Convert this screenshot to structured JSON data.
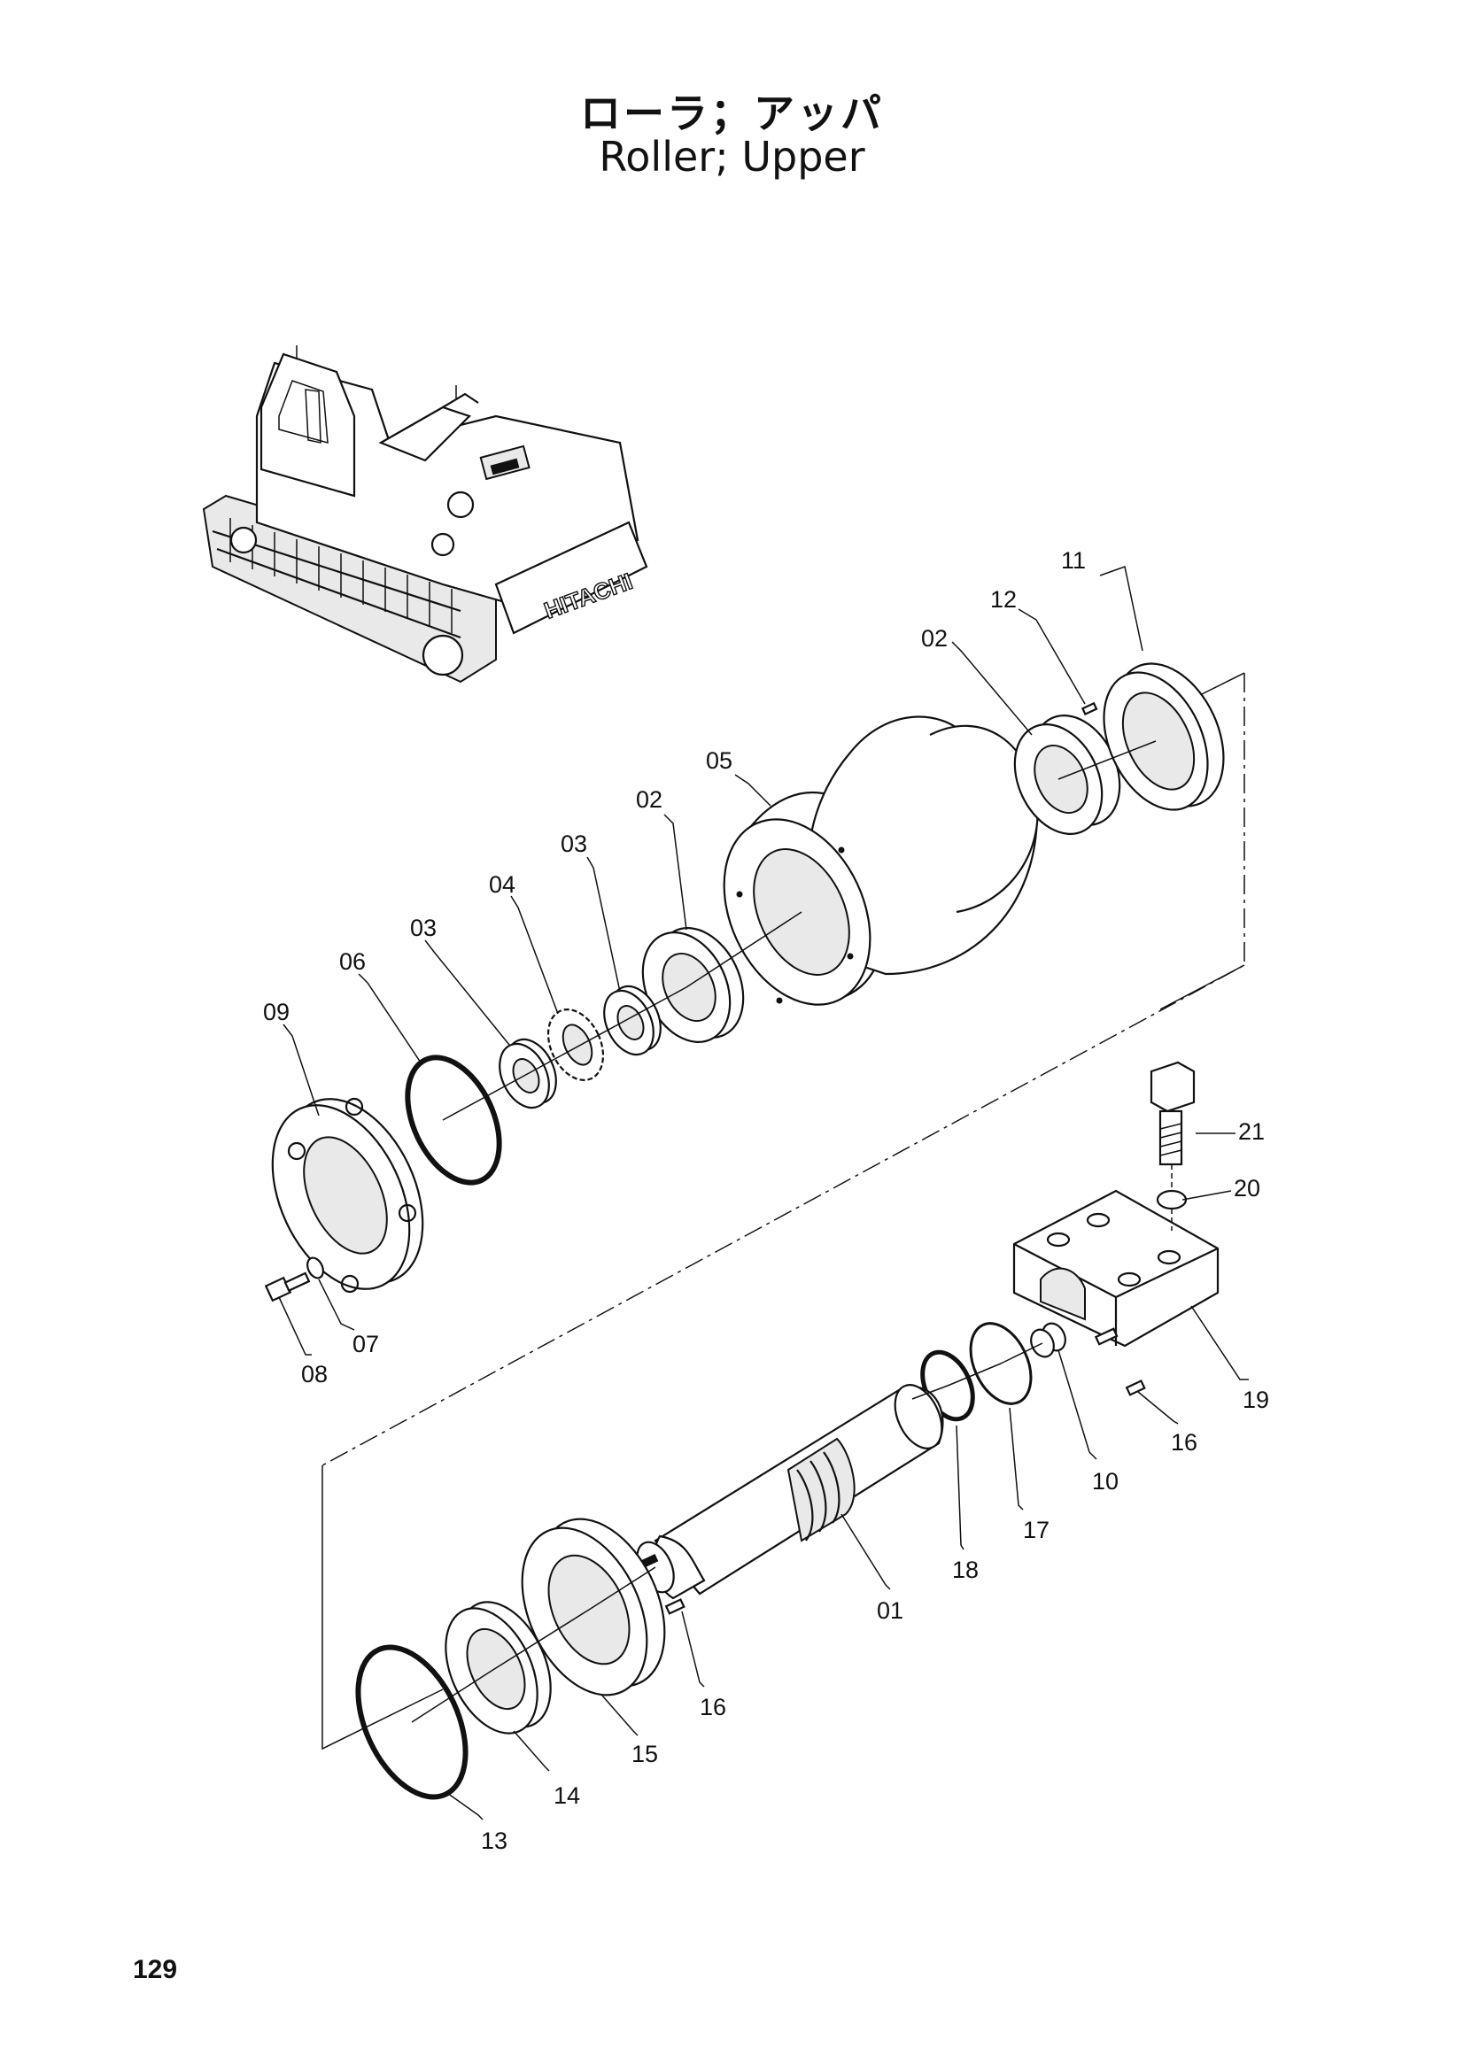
{
  "header": {
    "title_jp": "ローラ；アッパ",
    "title_en": "Roller; Upper"
  },
  "machine": {
    "brand_text": "HITACHI"
  },
  "parts": [
    {
      "id": "01"
    },
    {
      "id": "02"
    },
    {
      "id": "02"
    },
    {
      "id": "03"
    },
    {
      "id": "03"
    },
    {
      "id": "04"
    },
    {
      "id": "05"
    },
    {
      "id": "06"
    },
    {
      "id": "07"
    },
    {
      "id": "08"
    },
    {
      "id": "09"
    },
    {
      "id": "10"
    },
    {
      "id": "11"
    },
    {
      "id": "12"
    },
    {
      "id": "13"
    },
    {
      "id": "14"
    },
    {
      "id": "15"
    },
    {
      "id": "16"
    },
    {
      "id": "16"
    },
    {
      "id": "17"
    },
    {
      "id": "18"
    },
    {
      "id": "19"
    },
    {
      "id": "20"
    },
    {
      "id": "21"
    }
  ],
  "footer": {
    "page_number": "129"
  }
}
